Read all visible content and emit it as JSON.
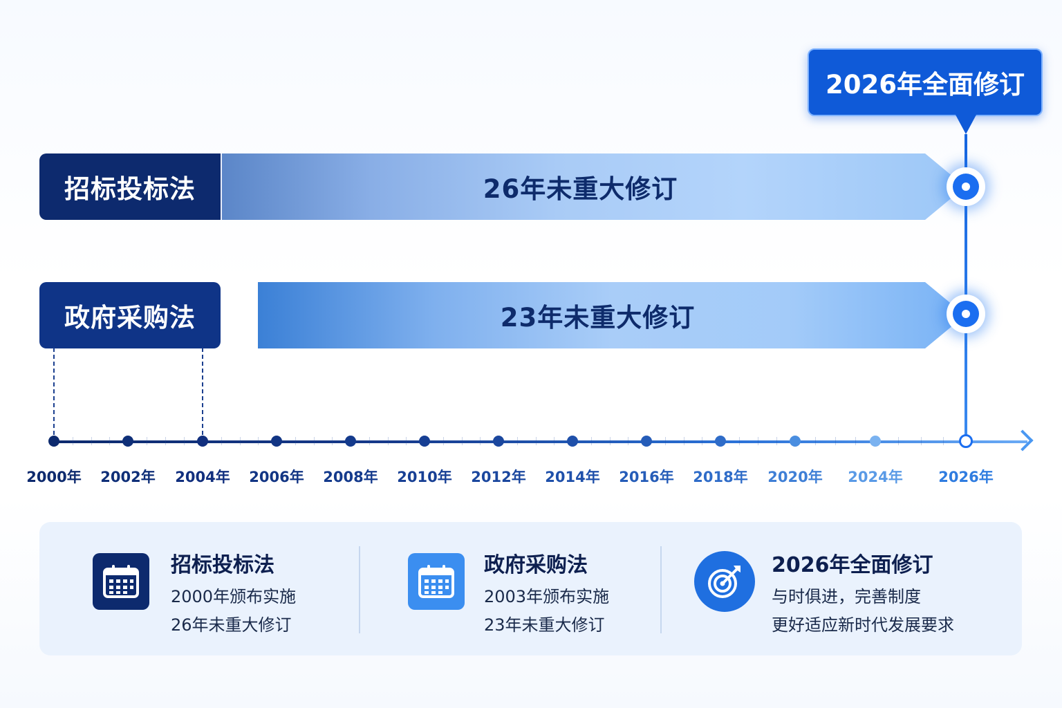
{
  "callout": {
    "text": "2026年全面修订"
  },
  "rows": [
    {
      "label": "招标投标法",
      "bar_text": "26年未重大修订"
    },
    {
      "label": "政府采购法",
      "bar_text": "23年未重大修订"
    }
  ],
  "timeline": {
    "years": [
      "2000年",
      "2002年",
      "2004年",
      "2006年",
      "2008年",
      "2010年",
      "2012年",
      "2014年",
      "2016年",
      "2018年",
      "2020年",
      "2024年",
      "2026年"
    ]
  },
  "summary": [
    {
      "title": "招标投标法",
      "line1": "2000年颁布实施",
      "line2": "26年未重大修订",
      "icon": "calendar-icon"
    },
    {
      "title": "政府采购法",
      "line1": "2003年颁布实施",
      "line2": "23年未重大修订",
      "icon": "calendar-icon"
    },
    {
      "title": "2026年全面修订",
      "line1": "与时俱进，完善制度",
      "line2": "更好适应新时代发展要求",
      "icon": "target-icon"
    }
  ],
  "colors": {
    "navy": "#0d2a6e",
    "accent": "#1b6ef0",
    "light_blue": "#a9cbf6",
    "panel_bg": "#eaf2fd"
  }
}
